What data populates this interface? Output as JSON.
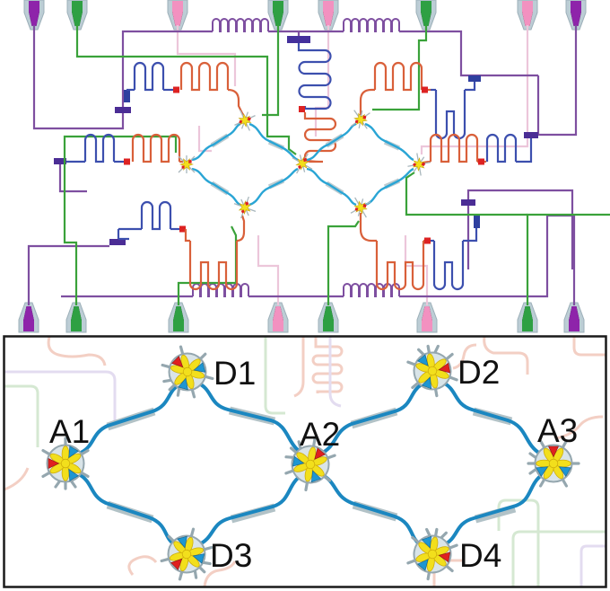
{
  "figure": {
    "type": "superconducting-qubit-chip-figure",
    "panels": [
      "chip-schematic",
      "zoom-micrograph"
    ]
  },
  "top_panel": {
    "name": "chip wiring schematic",
    "qubit_count": 7,
    "top_pads": [
      "purple",
      "green",
      "pink",
      "green",
      "pink",
      "green",
      "pink",
      "purple"
    ],
    "bottom_pads": [
      "purple",
      "green",
      "green",
      "pink",
      "green",
      "pink",
      "green",
      "purple"
    ],
    "components": {
      "feedline": "purple meandered feedline",
      "control_lines": "green",
      "unused_lines": "pale pink",
      "readout_resonator": "orange meander",
      "purcell_filter": "blue meander",
      "coupler": "teal",
      "qubit": "yellow star"
    }
  },
  "bottom_panel": {
    "name": "zoomed qubit lattice micrograph",
    "qubits": [
      {
        "label": "A1"
      },
      {
        "label": "D1"
      },
      {
        "label": "A2"
      },
      {
        "label": "D2"
      },
      {
        "label": "A3"
      },
      {
        "label": "D3"
      },
      {
        "label": "D4"
      }
    ],
    "couplings": [
      "A1-D1",
      "D1-A2",
      "A2-D2",
      "D2-A3",
      "A1-D3",
      "D3-A2",
      "A2-D4",
      "D4-A3"
    ]
  },
  "colors": {
    "feedline_purple": "#7e4fa0",
    "capacitor_purple": "#4b2d95",
    "capacitor_navy": "#2e3f9f",
    "control_green": "#3aa23a",
    "resonator_blue": "#3c4fae",
    "resonator_orange": "#d9603a",
    "coupler_teal": "#2aa5d5",
    "pale_pink_line": "#ecc6da",
    "pad_purple": "#8e24aa",
    "pad_green": "#2ea043",
    "pad_pink": "#f291c0",
    "qubit_yellow": "#f2df1c",
    "junction_red": "#dd2222",
    "bridge_gray": "#aebfc4",
    "label_black": "#111111",
    "ghost_pink": "#f3cfc4",
    "ghost_green": "#d5e8d2",
    "ghost_purple": "#e3dcf0",
    "border_black": "#1a1a1a"
  }
}
